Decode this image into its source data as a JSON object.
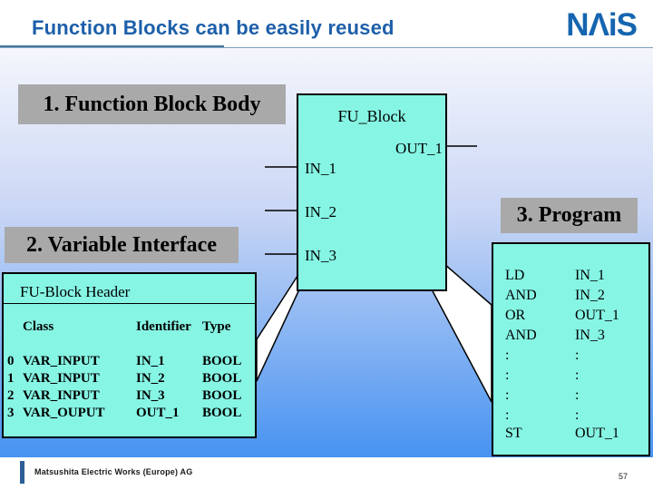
{
  "header": {
    "title": "Function Blocks can be easily reused",
    "logo": "NΛiS"
  },
  "sections": {
    "label1": "1. Function Block Body",
    "label2": "2. Variable Interface",
    "label3": "3. Program"
  },
  "fu_block": {
    "title": "FU_Block",
    "output": "OUT_1",
    "inputs": [
      "IN_1",
      "IN_2",
      "IN_3"
    ]
  },
  "interface_table": {
    "title": "FU-Block Header",
    "columns": [
      "Class",
      "Identifier",
      "Type"
    ],
    "rows": [
      {
        "num": "0",
        "class": "VAR_INPUT",
        "identifier": "IN_1",
        "type": "BOOL"
      },
      {
        "num": "1",
        "class": "VAR_INPUT",
        "identifier": "IN_2",
        "type": "BOOL"
      },
      {
        "num": "2",
        "class": "VAR_INPUT",
        "identifier": "IN_3",
        "type": "BOOL"
      },
      {
        "num": "3",
        "class": "VAR_OUPUT",
        "identifier": "OUT_1",
        "type": "BOOL"
      }
    ]
  },
  "program": {
    "lines": [
      {
        "op": "LD",
        "arg": "IN_1"
      },
      {
        "op": "AND",
        "arg": "IN_2"
      },
      {
        "op": "OR",
        "arg": "OUT_1"
      },
      {
        "op": "AND",
        "arg": "IN_3"
      },
      {
        "op": ":",
        "arg": ":"
      },
      {
        "op": ":",
        "arg": ":"
      },
      {
        "op": ":",
        "arg": ":"
      },
      {
        "op": ":",
        "arg": ":"
      },
      {
        "op": "ST",
        "arg": "OUT_1"
      }
    ]
  },
  "footer": {
    "company": "Matsushita Electric Works (Europe) AG",
    "page_number": "57"
  },
  "colors": {
    "accent_blue": "#1d5fa9",
    "logo_blue": "#1565b0",
    "box_cyan": "#86f5e4",
    "label_gray": "#a9a9a9",
    "gradient_top": "#f5f6fc",
    "gradient_bottom": "#4793f1"
  }
}
